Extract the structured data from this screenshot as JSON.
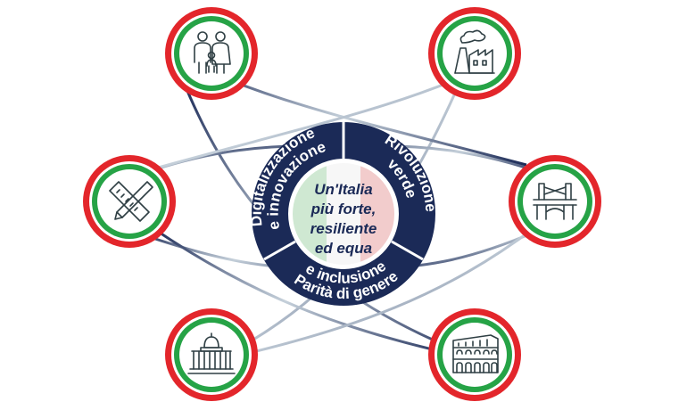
{
  "center": {
    "lines": [
      "Un'Italia",
      "più forte,",
      "resiliente",
      "ed equa"
    ],
    "flag_colors": {
      "green": "#cfe8d2",
      "white": "#f7f7f7",
      "red": "#f2cccc"
    }
  },
  "segments": [
    {
      "id": "digital",
      "label_line1": "Digitalizzazione",
      "label_line2": "e innovazione"
    },
    {
      "id": "green",
      "label_line1": "Rivoluzione",
      "label_line2": "verde"
    },
    {
      "id": "equity",
      "label_line1": "Parità di genere",
      "label_line2": "e inclusione"
    }
  ],
  "icons": [
    {
      "name": "family-icon",
      "position": "top-left"
    },
    {
      "name": "factory-icon",
      "position": "top-right"
    },
    {
      "name": "ruler-pencil-icon",
      "position": "middle-left"
    },
    {
      "name": "bridge-icon",
      "position": "middle-right"
    },
    {
      "name": "capitol-building-icon",
      "position": "bottom-left"
    },
    {
      "name": "colosseum-icon",
      "position": "bottom-right"
    }
  ],
  "colors": {
    "ring_navy": "#1b2a57",
    "ring_divider": "#ffffff",
    "orbit_line": "#6d8499",
    "badge_red": "#e3262b",
    "badge_green": "#26a346",
    "icon_stroke": "#2f3f44"
  }
}
